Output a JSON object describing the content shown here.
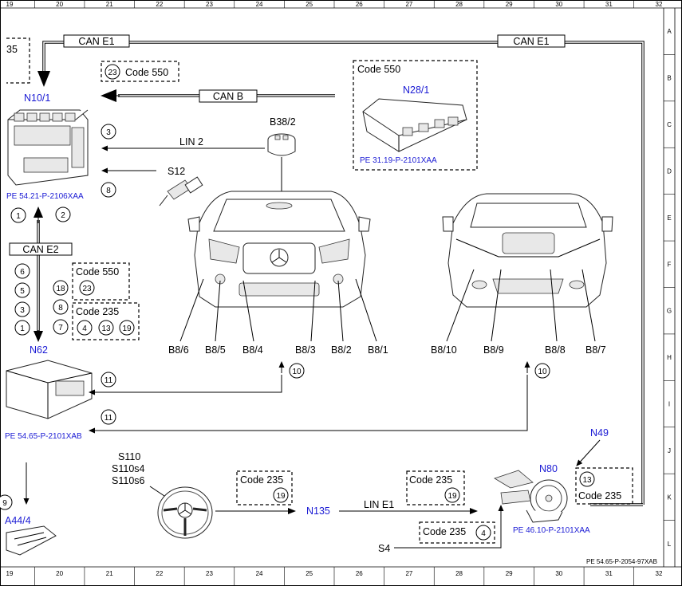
{
  "grid": {
    "columns": [
      "19",
      "20",
      "21",
      "22",
      "23",
      "24",
      "25",
      "26",
      "27",
      "28",
      "29",
      "30",
      "31",
      "32"
    ],
    "rows": [
      "A",
      "B",
      "C",
      "D",
      "E",
      "F",
      "G",
      "H",
      "I",
      "J",
      "K",
      "L"
    ]
  },
  "buses": {
    "can_e1_left": "CAN E1",
    "can_e1_right": "CAN E1",
    "can_b": "CAN B",
    "can_e2": "CAN E2",
    "lin2": "LIN 2",
    "line1": "LIN E1"
  },
  "components": {
    "n10_1": "N10/1",
    "n28_1": "N28/1",
    "b38_2": "B38/2",
    "s12": "S12",
    "n62": "N62",
    "n135": "N135",
    "n49": "N49",
    "n80": "N80",
    "s4": "S4",
    "a44_4": "A44/4",
    "s110": "S110",
    "s110s4": "S110s4",
    "s110s6": "S110s6",
    "top_left_fragment": "35"
  },
  "sensors": {
    "front": [
      "B8/6",
      "B8/5",
      "B8/4",
      "B8/3",
      "B8/2",
      "B8/1"
    ],
    "rear": [
      "B8/10",
      "B8/9",
      "B8/8",
      "B8/7"
    ]
  },
  "codes": {
    "code550_a": "Code 550",
    "code550_b": "Code 550",
    "code550_c": "Code 550",
    "code235_a": "Code 235",
    "code235_b": "Code 235",
    "code235_c": "Code 235",
    "code235_d": "Code 235",
    "code235_e": "Code 235"
  },
  "circles": {
    "c23_top": "23",
    "c3_lin": "3",
    "c8_s12": "8",
    "c1_up": "1",
    "c2_up": "2",
    "c6": "6",
    "c5": "5",
    "c3": "3",
    "c1": "1",
    "c18": "18",
    "c8": "8",
    "c7": "7",
    "c23_box": "23",
    "c4_box": "4",
    "c13_box": "13",
    "c19_box": "19",
    "c10_front": "10",
    "c10_rear": "10",
    "c11_a": "11",
    "c11_b": "11",
    "c19_mid": "19",
    "c19_right": "19",
    "c4_s4": "4",
    "c13_n80": "13",
    "c9_frag": "9"
  },
  "refs": {
    "n10_ref": "PE 54.21-P-2106XAA",
    "n28_ref": "PE 31.19-P-2101XAA",
    "n62_ref": "PE 54.65-P-2101XAB",
    "n80_ref": "PE 46.10-P-2101XAA",
    "doc_ref": "PE 54.65-P-2054-97XAB"
  }
}
